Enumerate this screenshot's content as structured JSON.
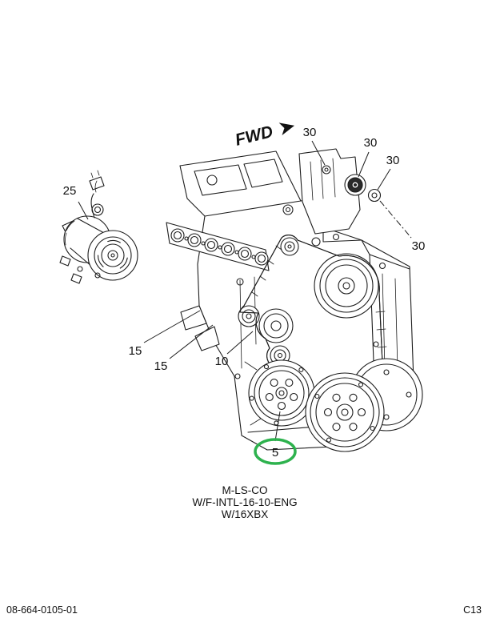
{
  "page": {
    "footer_left": "08-664-0105-01",
    "footer_right": "C13"
  },
  "diagram": {
    "fwd_label": "FWD",
    "callouts": [
      {
        "label": "25"
      },
      {
        "label": "30"
      },
      {
        "label": "30"
      },
      {
        "label": "30"
      },
      {
        "label": "30"
      },
      {
        "label": "15"
      },
      {
        "label": "15"
      },
      {
        "label": "10"
      },
      {
        "label": "5",
        "highlighted": true
      }
    ],
    "highlight_color": "#2eb24e",
    "caption_lines": [
      "M-LS-CO",
      "W/F-INTL-16-10-ENG",
      "W/16XBX"
    ]
  }
}
